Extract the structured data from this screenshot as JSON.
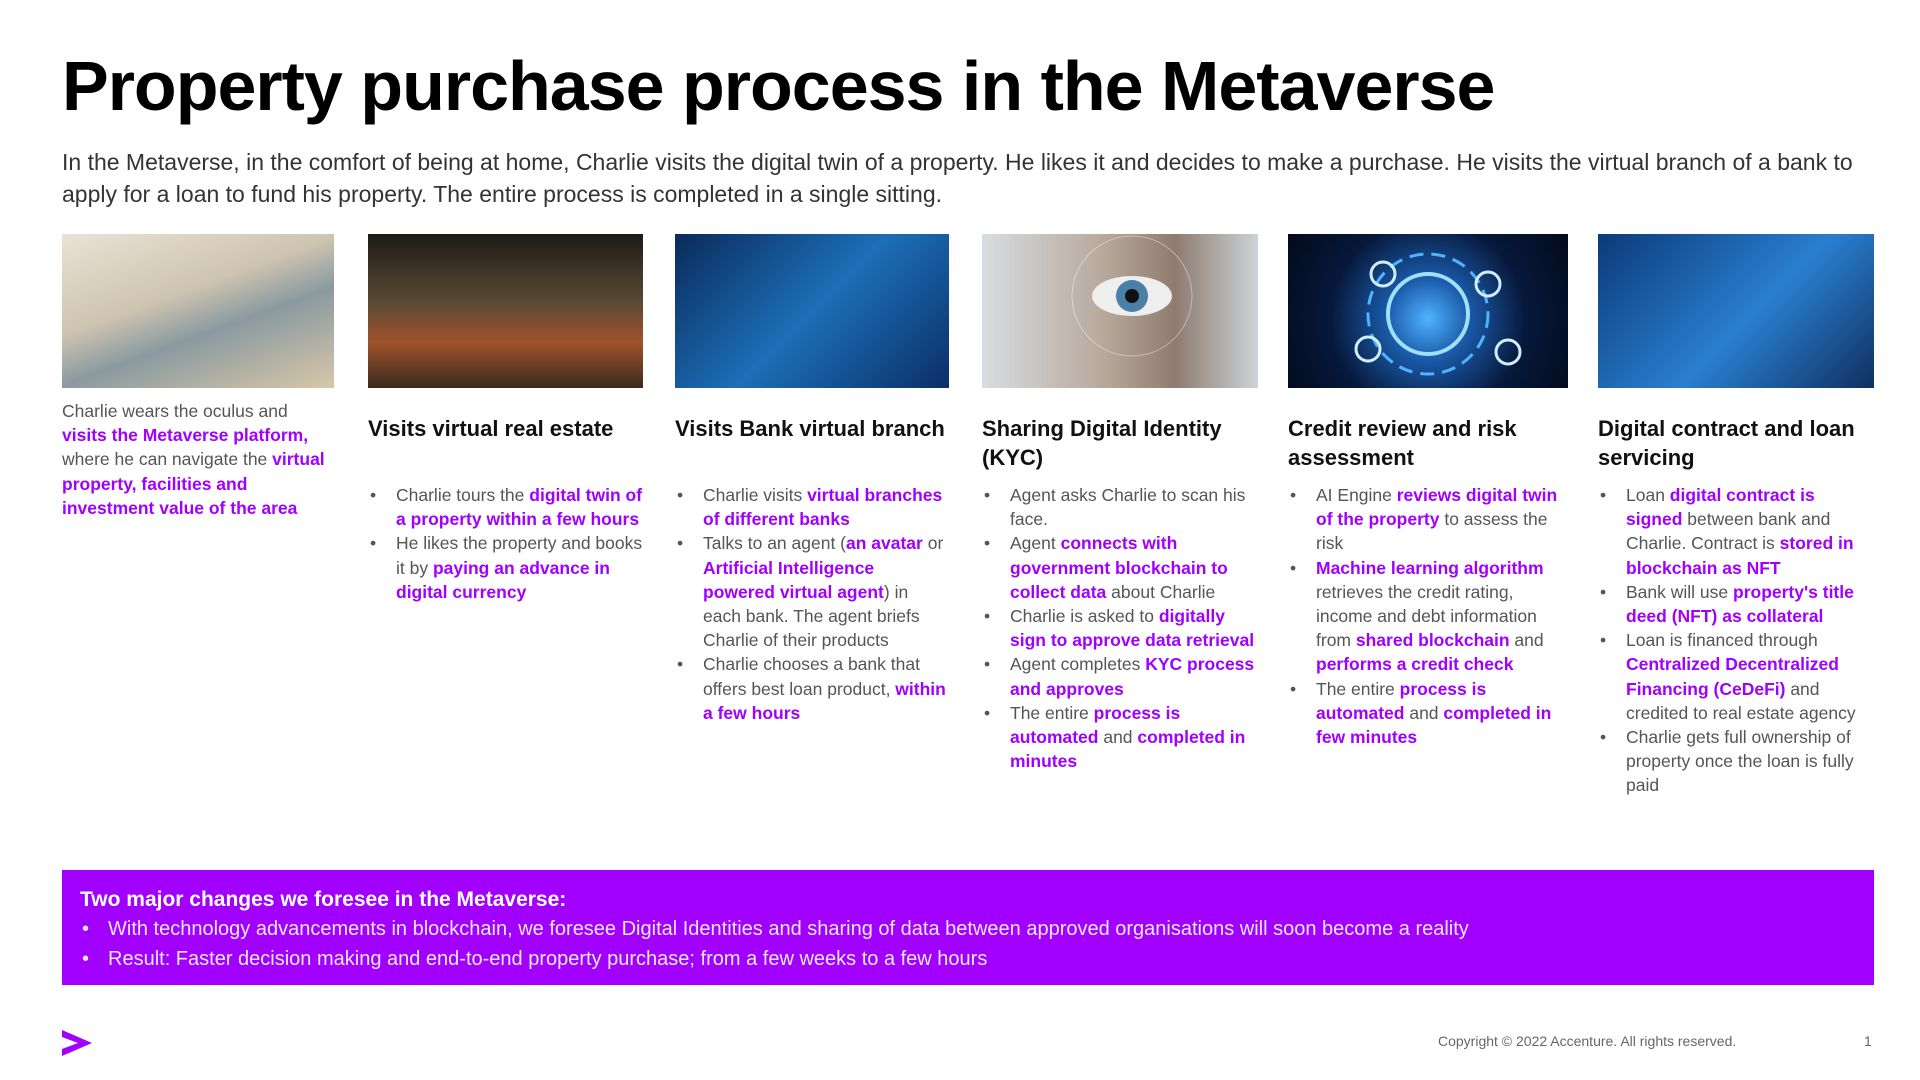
{
  "title": "Property purchase process in the Metaverse",
  "subtitle": "In the Metaverse, in the comfort of being at home, Charlie visits the digital twin of a property. He likes it and decides to make a purchase. He visits the virtual branch of a bank to apply for a loan to fund his property. The entire process is completed in a single sitting.",
  "accent": "#a100ff",
  "columns": [
    {
      "image": "man-with-vr-headset-on-sofa",
      "heading": "",
      "intro": [
        {
          "t": "Charlie wears the oculus and ",
          "h": false
        },
        {
          "t": "visits the Metaverse platform,",
          "h": true
        },
        {
          "t": " where he can navigate the ",
          "h": false
        },
        {
          "t": "virtual property, facilities and investment value of the area",
          "h": true
        }
      ],
      "bullets": []
    },
    {
      "image": "virtual-living-room",
      "heading": "Visits virtual real estate",
      "bullets": [
        [
          {
            "t": "Charlie tours the ",
            "h": false
          },
          {
            "t": "digital twin of a property within a few hours",
            "h": true
          }
        ],
        [
          {
            "t": "He likes the property and books it by ",
            "h": false
          },
          {
            "t": "paying an advance in digital currency",
            "h": true
          }
        ]
      ]
    },
    {
      "image": "digital-bank-interface",
      "heading": "Visits Bank virtual branch",
      "bullets": [
        [
          {
            "t": "Charlie visits ",
            "h": false
          },
          {
            "t": "virtual branches of different banks",
            "h": true
          }
        ],
        [
          {
            "t": "Talks to an agent (",
            "h": false
          },
          {
            "t": "an avatar",
            "h": true
          },
          {
            "t": " or ",
            "h": false
          },
          {
            "t": "Artificial Intelligence powered virtual agent",
            "h": true
          },
          {
            "t": ") in each bank. The agent briefs Charlie of their products",
            "h": false
          }
        ],
        [
          {
            "t": "Charlie chooses a bank that offers best loan product, ",
            "h": false
          },
          {
            "t": "within a few hours",
            "h": true
          }
        ]
      ]
    },
    {
      "image": "eye-scan",
      "heading": "Sharing Digital Identity (KYC)",
      "bullets": [
        [
          {
            "t": "Agent asks Charlie to scan his face.",
            "h": false
          }
        ],
        [
          {
            "t": "Agent ",
            "h": false
          },
          {
            "t": "connects with government blockchain to collect data",
            "h": true
          },
          {
            "t": " about Charlie",
            "h": false
          }
        ],
        [
          {
            "t": "Charlie is asked to ",
            "h": false
          },
          {
            "t": "digitally sign to approve data retrieval",
            "h": true
          }
        ],
        [
          {
            "t": "Agent completes ",
            "h": false
          },
          {
            "t": "KYC process and approves",
            "h": true
          }
        ],
        [
          {
            "t": "The entire ",
            "h": false
          },
          {
            "t": "process is automated",
            "h": true
          },
          {
            "t": " and ",
            "h": false
          },
          {
            "t": "completed in minutes",
            "h": true
          }
        ]
      ]
    },
    {
      "image": "ai-engine-hologram",
      "heading": "Credit review and risk assessment",
      "bullets": [
        [
          {
            "t": "AI Engine ",
            "h": false
          },
          {
            "t": "reviews digital twin of the property",
            "h": true
          },
          {
            "t": " to assess the risk",
            "h": false
          }
        ],
        [
          {
            "t": "Machine learning algorithm",
            "h": true
          },
          {
            "t": " retrieves the credit rating, income and debt information from ",
            "h": false
          },
          {
            "t": "shared blockchain",
            "h": true
          },
          {
            "t": " and ",
            "h": false
          },
          {
            "t": "performs a credit check",
            "h": true
          }
        ],
        [
          {
            "t": "The entire ",
            "h": false
          },
          {
            "t": "process is automated",
            "h": true
          },
          {
            "t": " and ",
            "h": false
          },
          {
            "t": "completed in few minutes",
            "h": true
          }
        ]
      ]
    },
    {
      "image": "hand-holding-digital-tablet",
      "heading": "Digital contract and loan servicing",
      "bullets": [
        [
          {
            "t": "Loan ",
            "h": false
          },
          {
            "t": "digital contract is signed",
            "h": true
          },
          {
            "t": " between bank and Charlie. Contract is ",
            "h": false
          },
          {
            "t": "stored in blockchain as NFT",
            "h": true
          }
        ],
        [
          {
            "t": "Bank will use ",
            "h": false
          },
          {
            "t": "property's title deed (NFT) as collateral",
            "h": true
          }
        ],
        [
          {
            "t": "Loan is financed through ",
            "h": false
          },
          {
            "t": "Centralized Decentralized Financing (CeDeFi)",
            "h": true
          },
          {
            "t": " and credited to real estate agency",
            "h": false
          }
        ],
        [
          {
            "t": "Charlie gets full ownership of property once the loan is fully paid",
            "h": false
          }
        ]
      ]
    }
  ],
  "banner": {
    "title": "Two major changes we foresee in the Metaverse:",
    "items": [
      "With technology advancements in blockchain, we foresee Digital Identities and sharing of data between approved organisations will soon become a reality",
      "Result: Faster decision making and end-to-end property purchase; from a few weeks to a few hours"
    ]
  },
  "footer": {
    "logo": "accenture-chevron-logo",
    "copyright": "Copyright © 2022 Accenture. All rights reserved.",
    "page": "1"
  }
}
